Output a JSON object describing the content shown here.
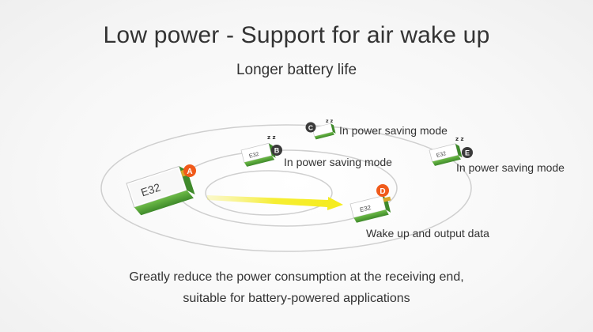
{
  "title": "Low power - Support for air wake up",
  "subtitle": "Longer battery life",
  "modules": {
    "a": {
      "marker": "A",
      "label": "E32",
      "marker_color": "#f05a1a"
    },
    "b": {
      "marker": "B",
      "label": "E32",
      "status": "In power saving mode",
      "marker_color": "#3a3a3a"
    },
    "c": {
      "marker": "C",
      "label": "E32",
      "status": "In power saving mode",
      "marker_color": "#3a3a3a"
    },
    "d": {
      "marker": "D",
      "label": "E32",
      "status": "Wake up and output data",
      "marker_color": "#f05a1a"
    },
    "e": {
      "marker": "E",
      "label": "E32",
      "status": "In power saving mode",
      "marker_color": "#3a3a3a"
    }
  },
  "sleep_symbol": "z z",
  "caption": {
    "line1": "Greatly reduce the power consumption at the receiving end,",
    "line2": "suitable for battery-powered applications"
  },
  "colors": {
    "arrow": "#f5ec1c",
    "module_green": "#5aa83a",
    "accent_orange": "#f05a1a",
    "ring": "#cfcfcf"
  }
}
